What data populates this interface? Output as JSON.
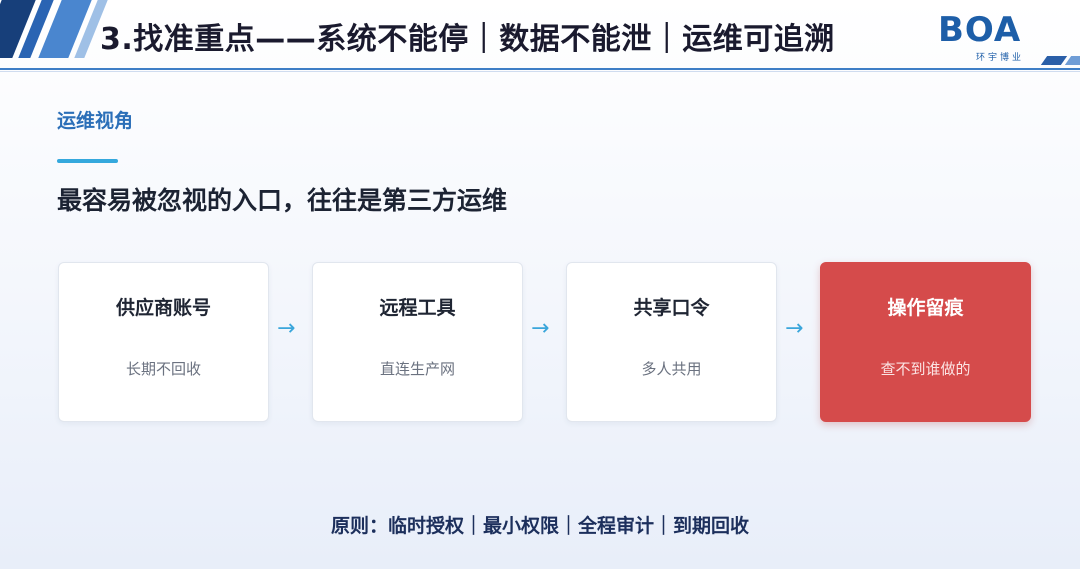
{
  "header": {
    "title": "3.找准重点——系统不能停｜数据不能泄｜运维可追溯",
    "logo_text": "BOA",
    "logo_sub": "环宇博业"
  },
  "section": {
    "label": "运维视角",
    "headline": "最容易被忽视的入口，往往是第三方运维"
  },
  "flow": {
    "steps": [
      {
        "title": "供应商账号",
        "desc": "长期不回收"
      },
      {
        "title": "远程工具",
        "desc": "直连生产网"
      },
      {
        "title": "共享口令",
        "desc": "多人共用"
      },
      {
        "title": "操作留痕",
        "desc": "查不到谁做的"
      }
    ],
    "arrow": "→"
  },
  "footer": {
    "principle": "原则：临时授权｜最小权限｜全程审计｜到期回收"
  },
  "colors": {
    "accent": "#2b6fb8",
    "alert": "#d54b4b",
    "arrow": "#3aa6db"
  }
}
